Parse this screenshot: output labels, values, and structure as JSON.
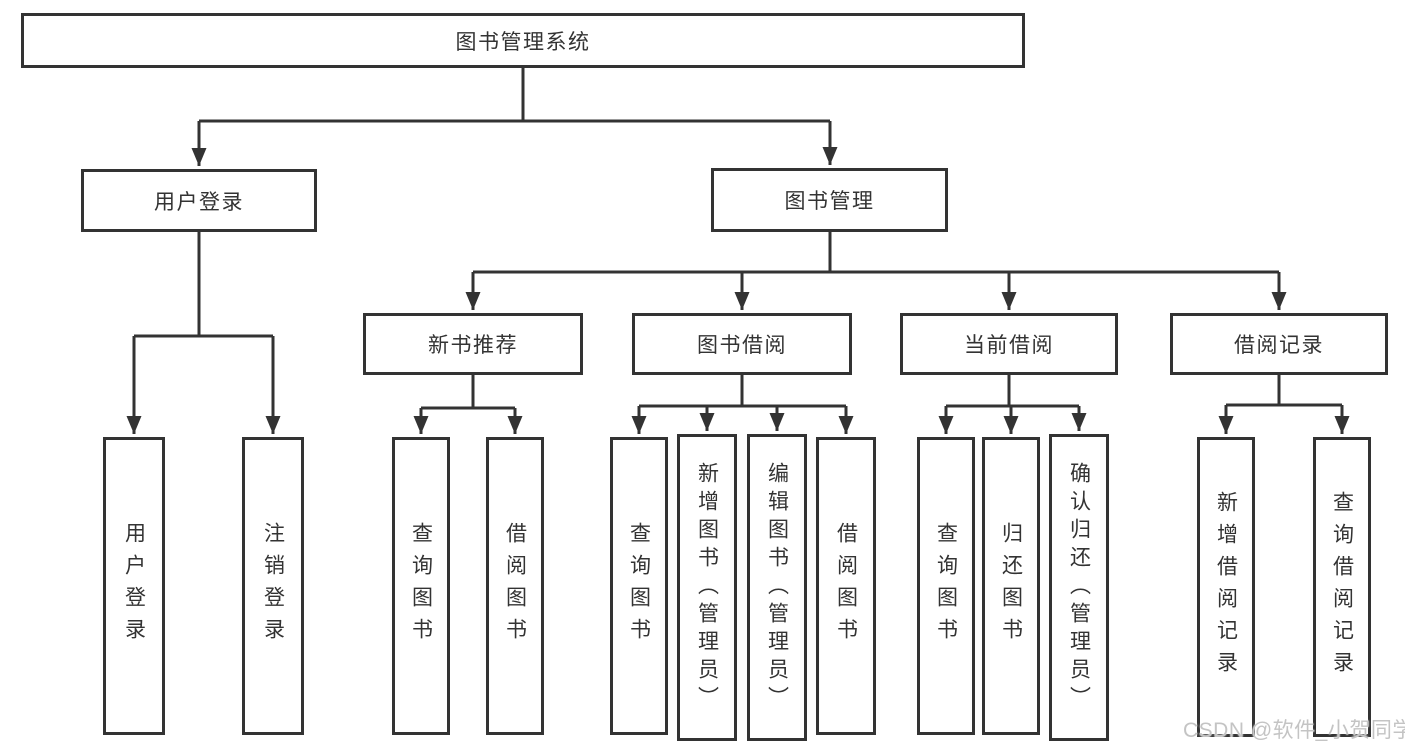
{
  "colors": {
    "line": "#333333",
    "text": "#333333",
    "box_bg": "#ffffff",
    "watermark": "#c4c4c4"
  },
  "watermark": "CSDN @软件_小贺同学",
  "tree": {
    "label": "图书管理系统",
    "children": [
      {
        "label": "用户登录",
        "children": [
          {
            "label": "用户登录"
          },
          {
            "label": "注销登录"
          }
        ]
      },
      {
        "label": "图书管理",
        "children": [
          {
            "label": "新书推荐",
            "children": [
              {
                "label": "查询图书"
              },
              {
                "label": "借阅图书"
              }
            ]
          },
          {
            "label": "图书借阅",
            "children": [
              {
                "label": "查询图书"
              },
              {
                "label": "新增图书（管理员）"
              },
              {
                "label": "编辑图书（管理员）"
              },
              {
                "label": "借阅图书"
              }
            ]
          },
          {
            "label": "当前借阅",
            "children": [
              {
                "label": "查询图书"
              },
              {
                "label": "归还图书"
              },
              {
                "label": "确认归还（管理员）"
              }
            ]
          },
          {
            "label": "借阅记录",
            "children": [
              {
                "label": "新增借阅记录"
              },
              {
                "label": "查询借阅记录"
              }
            ]
          }
        ]
      }
    ]
  }
}
